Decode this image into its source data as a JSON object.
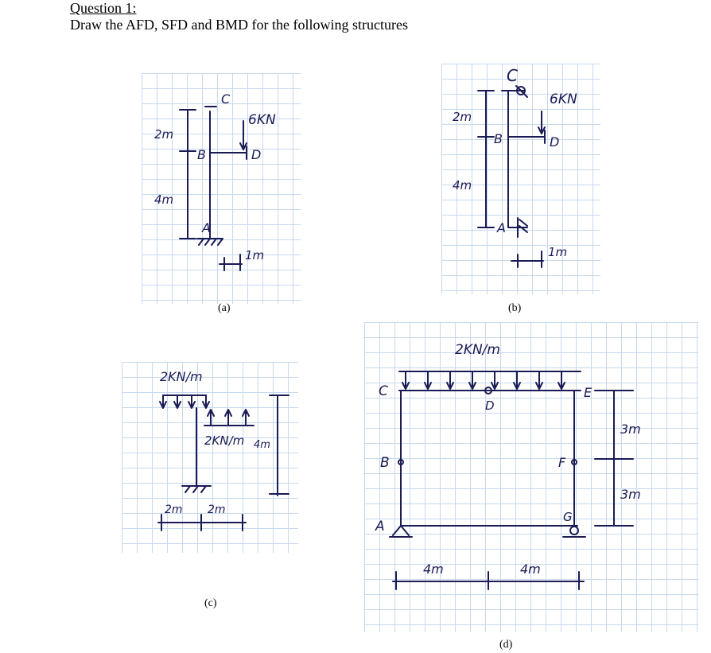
{
  "header": {
    "title": "Question 1:",
    "instruction": "Draw the AFD, SFD and BMD for the following structures"
  },
  "figures": [
    {
      "id": "a",
      "caption": "(a)",
      "labels": {
        "nodeC": "C",
        "nodeB": "B",
        "nodeA": "A",
        "nodeD": "D",
        "load": "6KN",
        "dimTop": "2m",
        "dimBottom": "4m",
        "dimSide": "1m"
      }
    },
    {
      "id": "b",
      "caption": "(b)",
      "labels": {
        "nodeC": "C",
        "nodeB": "B",
        "nodeA": "A",
        "nodeD": "D",
        "load": "6KN",
        "dimTop": "2m",
        "dimBottom": "4m",
        "dimSide": "1m"
      }
    },
    {
      "id": "c",
      "caption": "(c)",
      "labels": {
        "loadTop": "2KN/m",
        "loadBottom": "2KN/m",
        "dimLeft": "2m",
        "dimRight": "2m",
        "dimVertical": "4m"
      }
    },
    {
      "id": "d",
      "caption": "(d)",
      "labels": {
        "load": "2KN/m",
        "nodeA": "A",
        "nodeB": "B",
        "nodeC": "C",
        "nodeD": "D",
        "nodeE": "E",
        "nodeF": "F",
        "nodeG": "G",
        "dimLeft": "4m",
        "dimRight": "4m",
        "dimTop": "3m",
        "dimBottom": "3m"
      }
    }
  ]
}
